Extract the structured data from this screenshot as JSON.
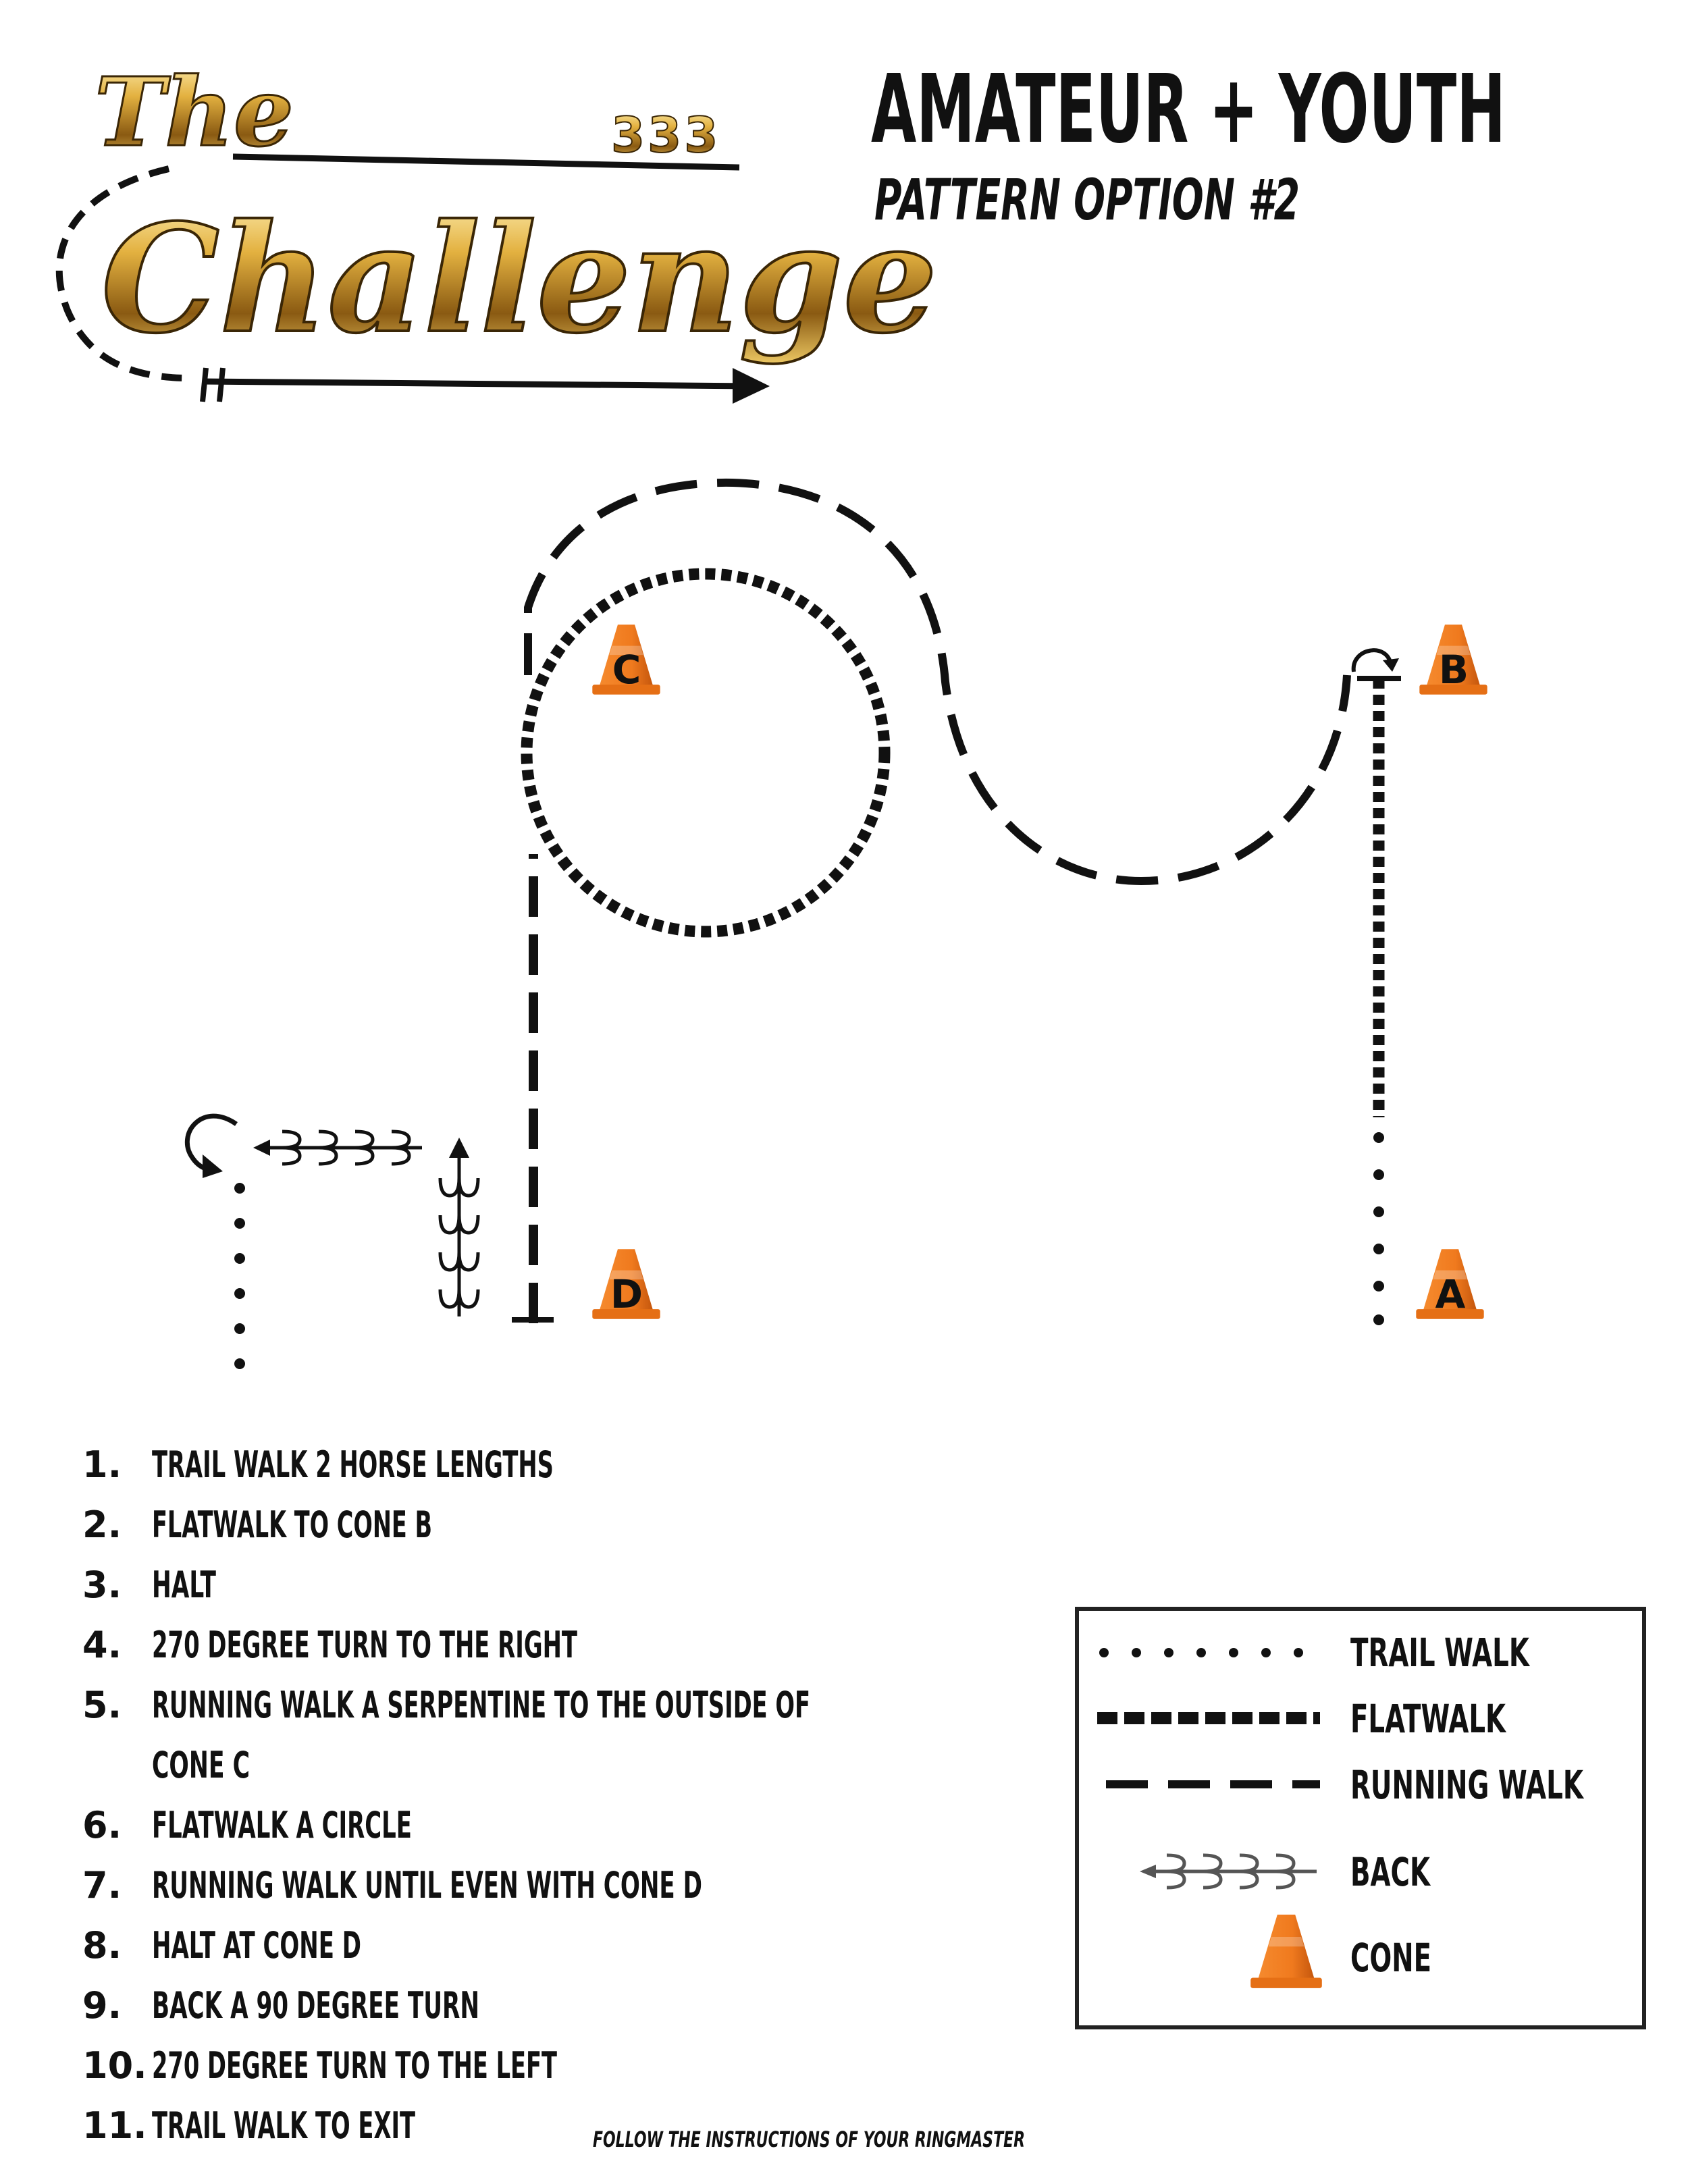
{
  "logo": {
    "line1": "The",
    "line2": "Challenge",
    "glyphs": "333"
  },
  "header": {
    "title": "AMATEUR + YOUTH",
    "subtitle": "PATTERN OPTION #2"
  },
  "cones": [
    {
      "id": "cone-a",
      "label": "A"
    },
    {
      "id": "cone-b",
      "label": "B"
    },
    {
      "id": "cone-c",
      "label": "C"
    },
    {
      "id": "cone-d",
      "label": "D"
    }
  ],
  "steps": [
    {
      "num": "1.",
      "text": "TRAIL WALK 2 HORSE LENGTHS"
    },
    {
      "num": "2.",
      "text": "FLATWALK TO CONE B"
    },
    {
      "num": "3.",
      "text": "HALT"
    },
    {
      "num": "4.",
      "text": "270 DEGREE TURN TO THE RIGHT"
    },
    {
      "num": "5.",
      "text": "RUNNING WALK A SERPENTINE TO THE OUTSIDE OF"
    },
    {
      "num": "",
      "text": "CONE C"
    },
    {
      "num": "6.",
      "text": "FLATWALK A CIRCLE"
    },
    {
      "num": "7.",
      "text": "RUNNING WALK UNTIL EVEN WITH CONE D"
    },
    {
      "num": "8.",
      "text": "HALT AT CONE D"
    },
    {
      "num": "9.",
      "text": "BACK A 90 DEGREE TURN"
    },
    {
      "num": "10.",
      "text": "270 DEGREE TURN TO THE LEFT"
    },
    {
      "num": "11.",
      "text": "TRAIL WALK TO EXIT"
    }
  ],
  "legend": {
    "trail_walk": "TRAIL WALK",
    "flatwalk": "FLATWALK",
    "running_walk": "RUNNING WALK",
    "back": "BACK",
    "cone": "CONE"
  },
  "footer": {
    "note": "FOLLOW THE INSTRUCTIONS OF YOUR RINGMASTER"
  },
  "colors": {
    "cone_orange": "#f07a1e",
    "cone_dark": "#c4560d",
    "ink": "#111111",
    "logo_gold": "#d9a531"
  }
}
